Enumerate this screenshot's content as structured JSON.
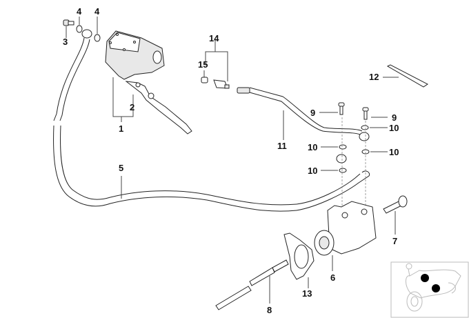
{
  "diagram": {
    "type": "exploded-parts-diagram",
    "subject": "Clutch control hydraulic system",
    "callouts": [
      {
        "id": "1",
        "label": "1",
        "part": "clutch-master-cylinder-assembly"
      },
      {
        "id": "2",
        "label": "2",
        "part": "clutch-lever"
      },
      {
        "id": "3",
        "label": "3",
        "part": "banjo-bolt"
      },
      {
        "id": "4a",
        "label": "4",
        "part": "sealing-washer"
      },
      {
        "id": "4b",
        "label": "4",
        "part": "sealing-washer"
      },
      {
        "id": "5",
        "label": "5",
        "part": "clutch-hose"
      },
      {
        "id": "6",
        "label": "6",
        "part": "clutch-slave-cylinder"
      },
      {
        "id": "7",
        "label": "7",
        "part": "push-rod"
      },
      {
        "id": "8",
        "label": "8",
        "part": "hex-bolt"
      },
      {
        "id": "9a",
        "label": "9",
        "part": "banjo-bolt"
      },
      {
        "id": "9b",
        "label": "9",
        "part": "banjo-bolt"
      },
      {
        "id": "10a",
        "label": "10",
        "part": "sealing-washer"
      },
      {
        "id": "10b",
        "label": "10",
        "part": "sealing-washer"
      },
      {
        "id": "10c",
        "label": "10",
        "part": "sealing-washer"
      },
      {
        "id": "10d",
        "label": "10",
        "part": "sealing-washer"
      },
      {
        "id": "11",
        "label": "11",
        "part": "clutch-line"
      },
      {
        "id": "12",
        "label": "12",
        "part": "cable-tie"
      },
      {
        "id": "13",
        "label": "13",
        "part": "gasket"
      },
      {
        "id": "14",
        "label": "14",
        "part": "adapter-set"
      },
      {
        "id": "15",
        "label": "15",
        "part": "bushing"
      }
    ],
    "locator": {
      "name": "motorcycle-locator-thumbnail",
      "markers": 2,
      "marker_color": "#000000"
    },
    "colors": {
      "line": "#222222",
      "fill": "#ffffff",
      "shade": "#e8e8e8",
      "background": "#ffffff"
    }
  }
}
